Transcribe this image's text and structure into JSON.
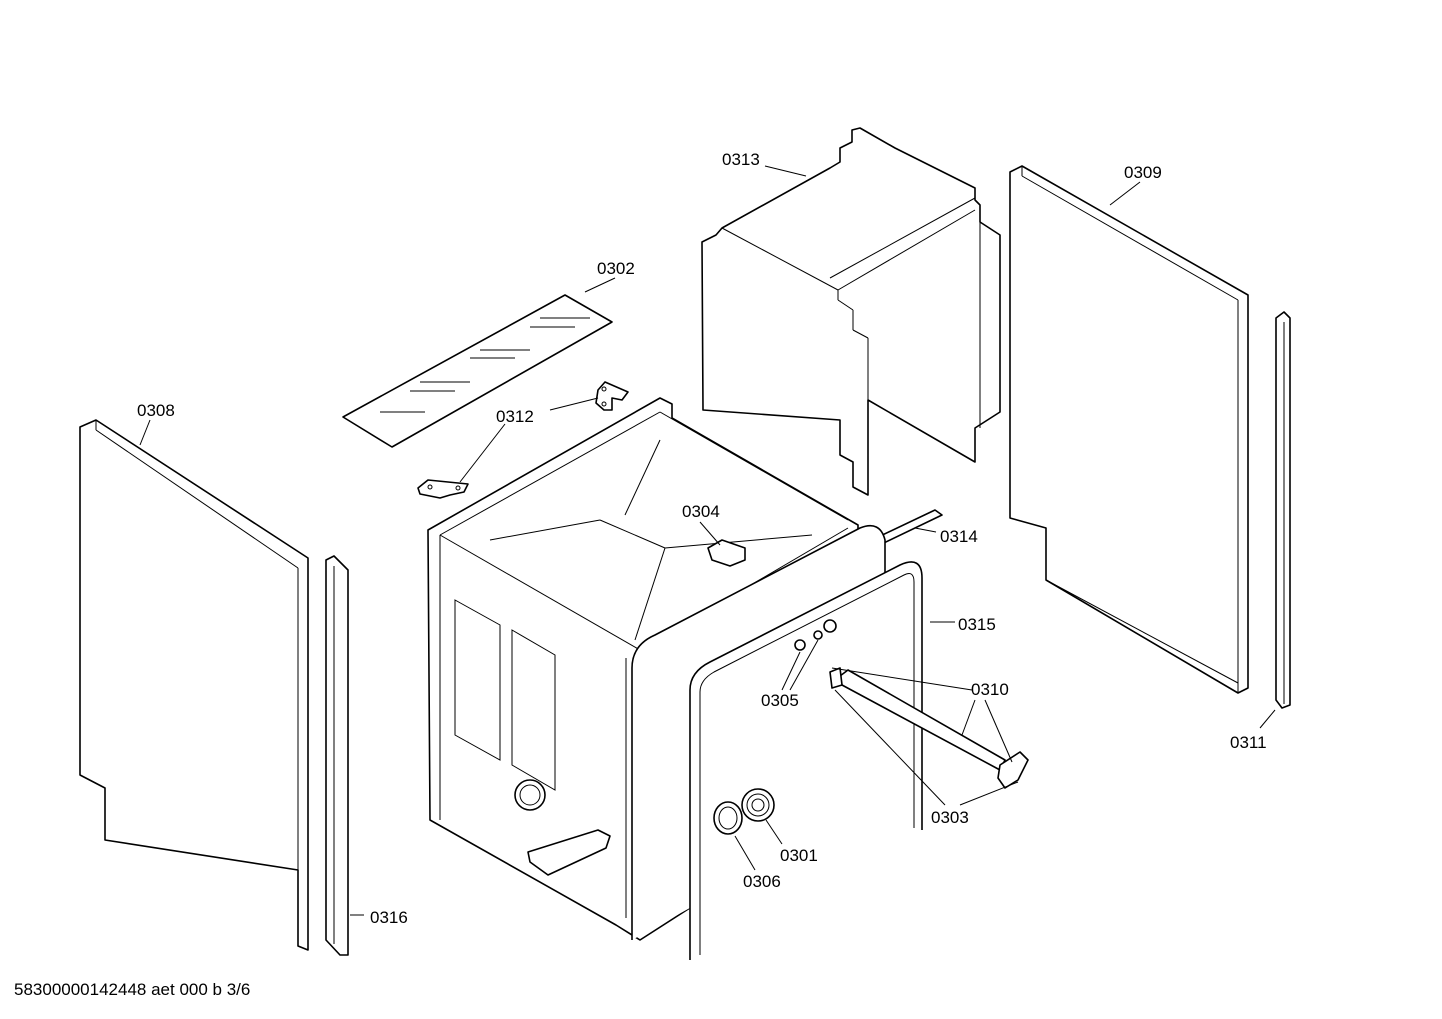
{
  "labels": {
    "p0301": "0301",
    "p0302": "0302",
    "p0303": "0303",
    "p0304": "0304",
    "p0305": "0305",
    "p0306": "0306",
    "p0308": "0308",
    "p0309": "0309",
    "p0310": "0310",
    "p0311": "0311",
    "p0312": "0312",
    "p0313": "0313",
    "p0314": "0314",
    "p0315": "0315",
    "p0316": "0316"
  },
  "footer": {
    "drawing_code": "58300000142448 aet 000 b 3/6"
  }
}
